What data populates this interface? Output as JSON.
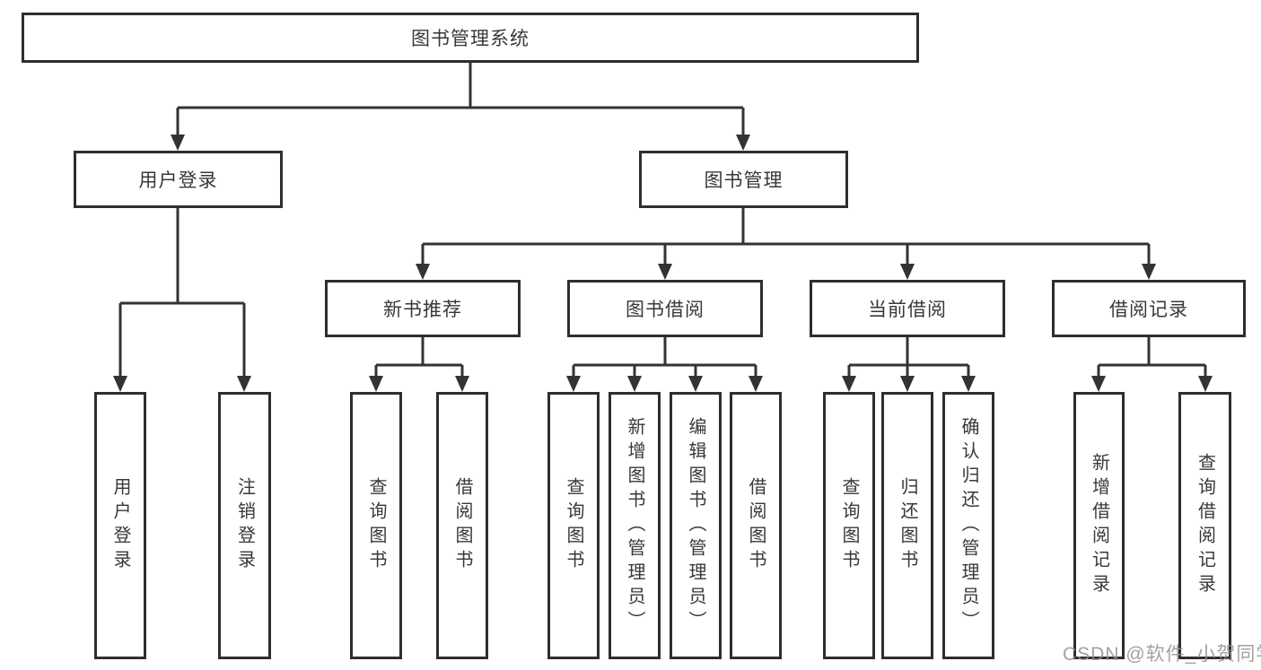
{
  "tree": {
    "label": "图书管理系统",
    "children": [
      {
        "label": "用户登录",
        "children": [
          {
            "label": "用户登录"
          },
          {
            "label": "注销登录"
          }
        ]
      },
      {
        "label": "图书管理",
        "children": [
          {
            "label": "新书推荐",
            "children": [
              {
                "label": "查询图书"
              },
              {
                "label": "借阅图书"
              }
            ]
          },
          {
            "label": "图书借阅",
            "children": [
              {
                "label": "查询图书"
              },
              {
                "label": "新增图书（管理员）"
              },
              {
                "label": "编辑图书（管理员）"
              },
              {
                "label": "借阅图书"
              }
            ]
          },
          {
            "label": "当前借阅",
            "children": [
              {
                "label": "查询图书"
              },
              {
                "label": "归还图书"
              },
              {
                "label": "确认归还（管理员）"
              }
            ]
          },
          {
            "label": "借阅记录",
            "children": [
              {
                "label": "新增借阅记录"
              },
              {
                "label": "查询借阅记录"
              }
            ]
          }
        ]
      }
    ]
  },
  "watermark": "CSDN @软件_小贺同学",
  "colors": {
    "line": "#333333",
    "box_border": "#2e2e2e",
    "text": "#383838",
    "watermark": "#919191",
    "background": "#ffffff"
  }
}
